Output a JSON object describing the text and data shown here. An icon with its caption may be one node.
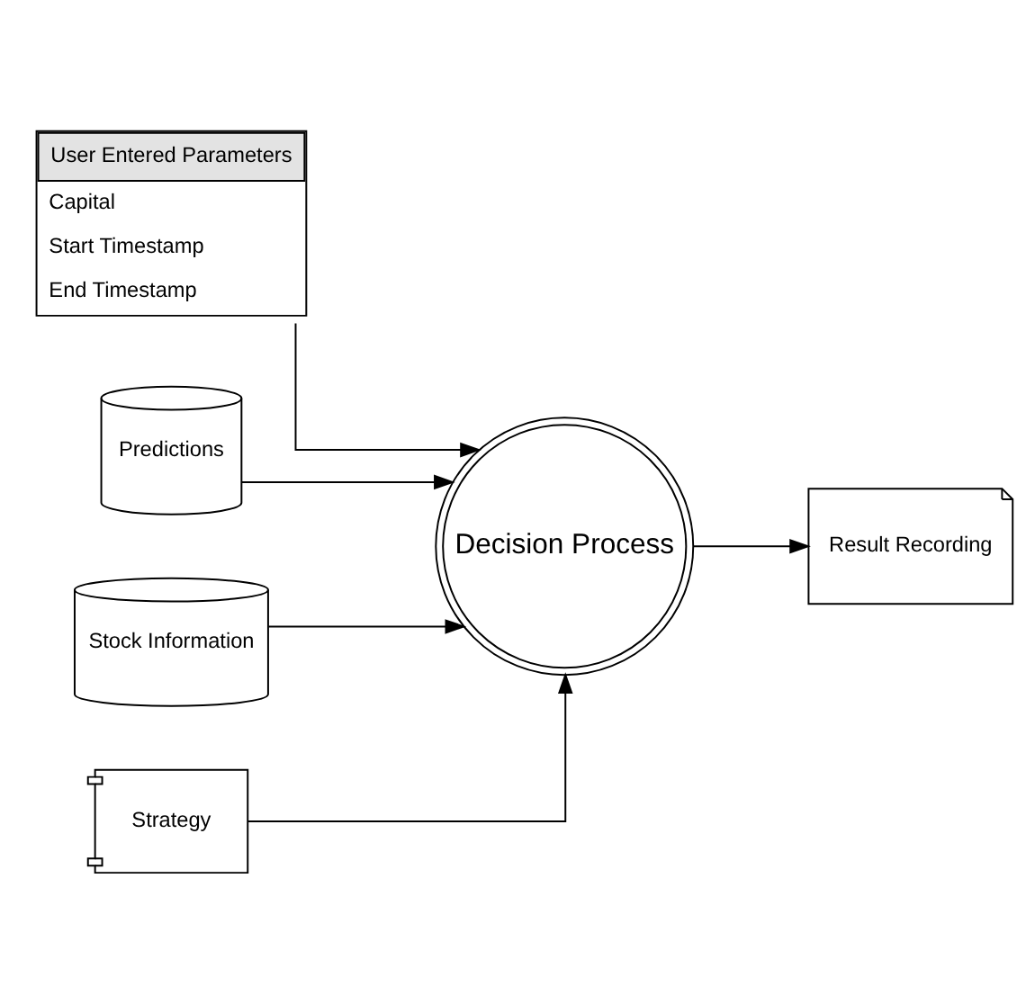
{
  "diagram": {
    "nodes": [
      {
        "text": [
          "User Entered Parameters",
          "Capital",
          "Start Timestamp",
          "End Timestamp"
        ]
      },
      {
        "text": [
          "Predictions"
        ]
      },
      {
        "text": [
          "Stock Information"
        ]
      },
      {
        "text": [
          "Decision Process"
        ]
      },
      {
        "text": [
          "Result Recording"
        ]
      },
      {
        "text": [
          "Strategy"
        ]
      }
    ],
    "edges": [
      {
        "from": 0,
        "to": 3,
        "arrow": "to"
      },
      {
        "from": 1,
        "to": 3,
        "arrow": "to"
      },
      {
        "from": 2,
        "to": 3,
        "arrow": "to"
      },
      {
        "from": 3,
        "to": 4,
        "arrow": "to"
      },
      {
        "from": 5,
        "to": 3,
        "arrow": "to"
      }
    ]
  }
}
